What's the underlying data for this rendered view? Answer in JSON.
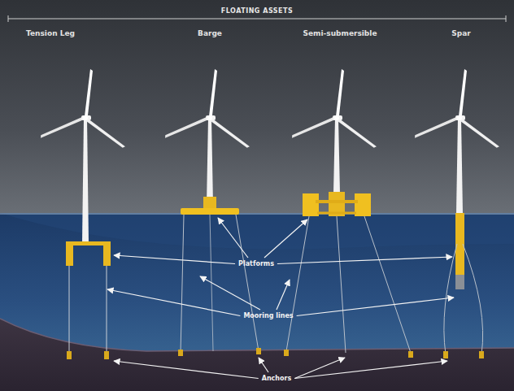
{
  "diagram": {
    "title": "FLOATING ASSETS",
    "labels": [
      "Tension Leg",
      "Barge",
      "Semi-submersible",
      "Spar",
      "Platforms",
      "Mooring lines",
      "Anchors"
    ]
  }
}
